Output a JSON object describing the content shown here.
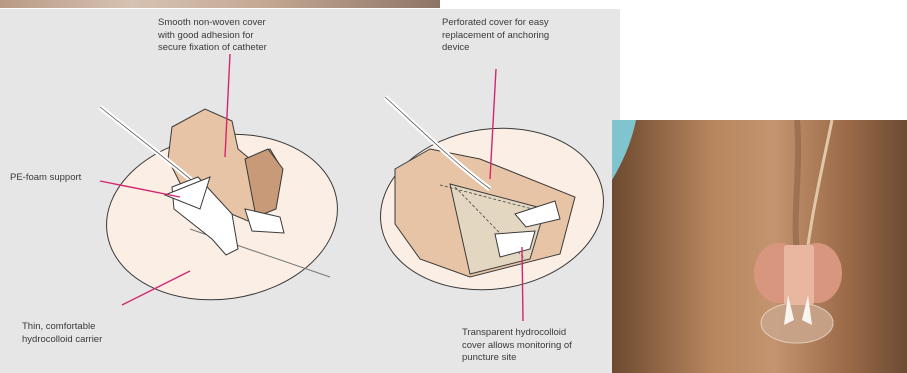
{
  "labels": {
    "nonwoven": "Smooth non-woven cover\nwith good adhesion for\nsecure fixation of catheter",
    "pe_foam": "PE-foam support",
    "carrier": "Thin, comfortable\nhydrocolloid carrier",
    "perforated": "Perforated cover for easy\nreplacement of anchoring\ndevice",
    "transparent": "Transparent hydrocolloid\ncover allows monitoring of\npuncture site"
  },
  "colors": {
    "panel_background": "#e6e6e6",
    "carrier_fill": "#fbeee4",
    "nonwoven_fill": "#e7c4a6",
    "leader_line": "#d4266e",
    "skin": "#a87955"
  }
}
